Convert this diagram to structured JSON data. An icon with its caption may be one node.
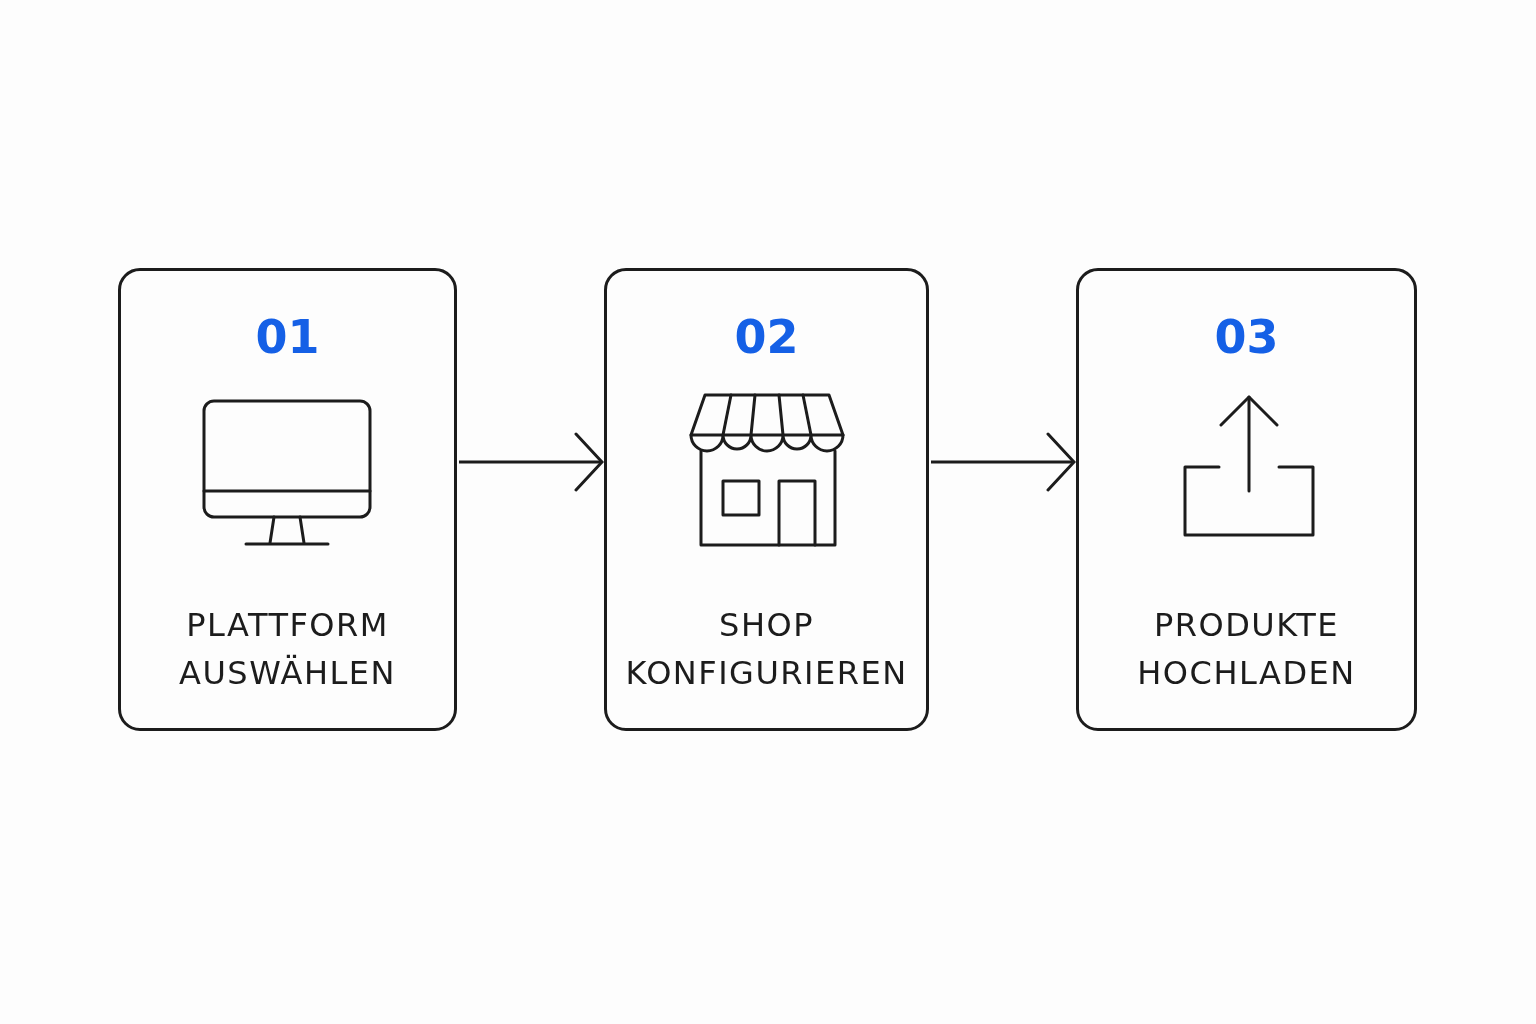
{
  "diagram": {
    "nodes": [
      {
        "text": [
          "01",
          "PLATTFORM AUSWÄHLEN"
        ]
      },
      {
        "text": [
          "02",
          "SHOP KONFIGURIEREN"
        ]
      },
      {
        "text": [
          "03",
          "PRODUKTE HOCHLADEN"
        ]
      }
    ],
    "edges": [
      {
        "from": 0,
        "to": 1,
        "arrow": "to"
      },
      {
        "from": 1,
        "to": 2,
        "arrow": "to"
      }
    ]
  }
}
